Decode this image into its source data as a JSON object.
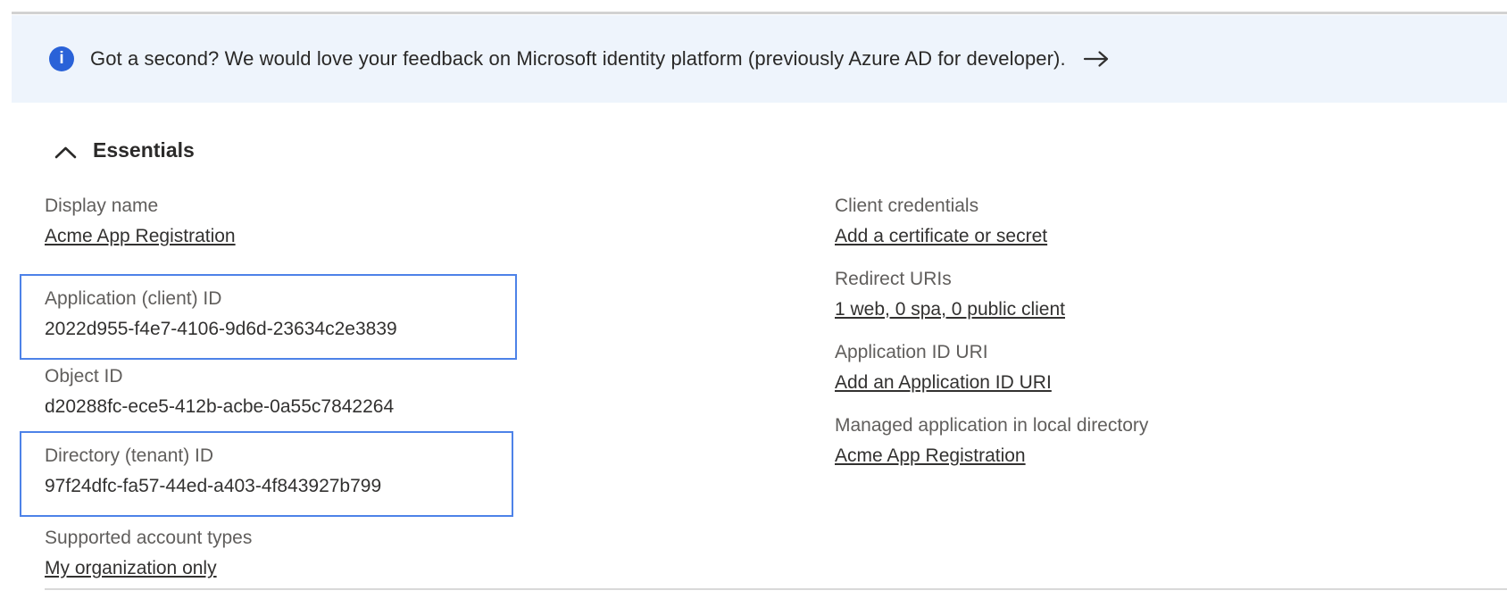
{
  "banner": {
    "icon": "info-icon",
    "message": "Got a second? We would love your feedback on Microsoft identity platform (previously Azure AD for developer).",
    "arrow_icon": "arrow-right-icon"
  },
  "essentials": {
    "title": "Essentials",
    "collapse_icon": "chevron-up-icon",
    "left": [
      {
        "label": "Display name",
        "value": "Acme App Registration",
        "type": "link"
      },
      {
        "label": "Application (client) ID",
        "value": "2022d955-f4e7-4106-9d6d-23634c2e3839",
        "type": "text",
        "highlighted": true
      },
      {
        "label": "Object ID",
        "value": "d20288fc-ece5-412b-acbe-0a55c7842264",
        "type": "text",
        "highlighted": false
      },
      {
        "label": "Directory (tenant) ID",
        "value": "97f24dfc-fa57-44ed-a403-4f843927b799",
        "type": "text",
        "highlighted": true
      },
      {
        "label": "Supported account types",
        "value": "My organization only",
        "type": "link"
      }
    ],
    "right": [
      {
        "label": "Client credentials",
        "value": "Add a certificate or secret",
        "type": "link"
      },
      {
        "label": "Redirect URIs",
        "value": "1 web, 0 spa, 0 public client",
        "type": "link"
      },
      {
        "label": "Application ID URI",
        "value": "Add an Application ID URI",
        "type": "link"
      },
      {
        "label": "Managed application in local directory",
        "value": "Acme App Registration",
        "type": "link"
      }
    ]
  },
  "colors": {
    "banner_background": "#eef4fc",
    "info_icon_blue": "#2a62d8",
    "link_blue": "#2b7bd4",
    "highlight_box_border": "#4d82e8",
    "label_gray": "#605e5c",
    "value_dark": "#323130",
    "divider_gray": "#d9d9d9"
  }
}
